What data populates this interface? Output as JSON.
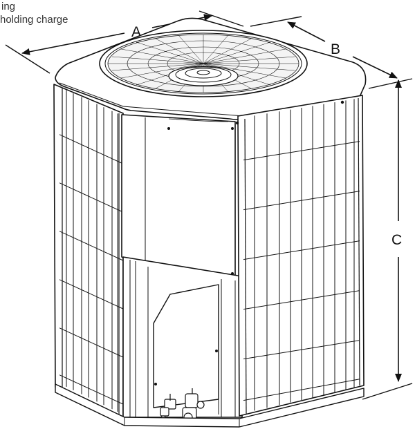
{
  "caption": {
    "line1": "ing",
    "line2": "holding charge"
  },
  "dimensions": {
    "a": "A",
    "b": "B",
    "c": "C"
  },
  "colors": {
    "stroke": "#111111",
    "fill": "#ffffff",
    "text": "#333333"
  },
  "icons": [
    "dimension-arrow",
    "fan-grille",
    "coil-guard-grid",
    "service-valve"
  ]
}
